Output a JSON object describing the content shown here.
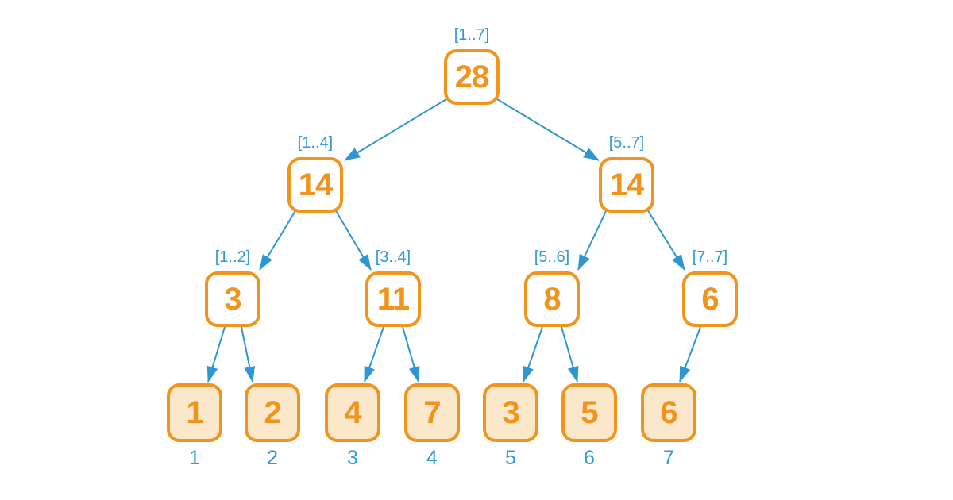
{
  "tree": {
    "colors": {
      "node_border": "#F0941E",
      "node_value_text": "#F0941E",
      "internal_fill": "#FFFFFF",
      "leaf_fill": "#FBE8CB",
      "edge": "#2E96D3",
      "label_text": "#2E9AD6",
      "background": "#FFFFFF"
    },
    "internal_nodes": [
      {
        "value": "28",
        "range": "[1..7]"
      },
      {
        "value": "14",
        "range": "[1..4]"
      },
      {
        "value": "14",
        "range": "[5..7]"
      },
      {
        "value": "3",
        "range": "[1..2]"
      },
      {
        "value": "11",
        "range": "[3..4]"
      },
      {
        "value": "8",
        "range": "[5..6]"
      },
      {
        "value": "6",
        "range": "[7..7]"
      }
    ],
    "leaf_nodes": [
      {
        "value": "1",
        "index": "1"
      },
      {
        "value": "2",
        "index": "2"
      },
      {
        "value": "4",
        "index": "3"
      },
      {
        "value": "7",
        "index": "4"
      },
      {
        "value": "3",
        "index": "5"
      },
      {
        "value": "5",
        "index": "6"
      },
      {
        "value": "6",
        "index": "7"
      }
    ]
  }
}
